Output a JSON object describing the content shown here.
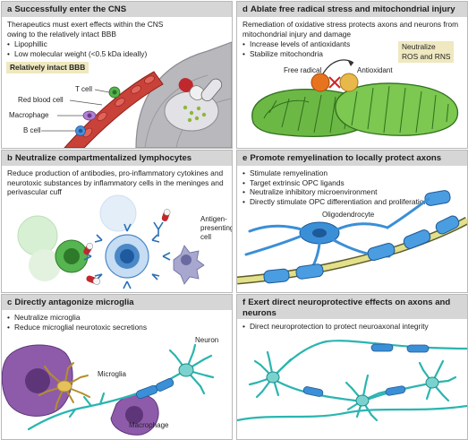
{
  "panels": {
    "a": {
      "letter": "a",
      "title": "Successfully enter the CNS",
      "desc": "Therapeutics must exert effects within the CNS owing to the relatively intact BBB",
      "bullets": [
        "Lipophillic",
        "Low molecular weight (<0.5 kDa ideally)"
      ],
      "tag": "Relatively intact BBB",
      "labels": {
        "tcell": "T cell",
        "rbc": "Red blood cell",
        "macrophage": "Macrophage",
        "bcell": "B cell"
      }
    },
    "b": {
      "letter": "b",
      "title": "Neutralize compartmentalized lymphocytes",
      "desc": "Reduce production of antibodies, pro-inflammatory cytokines and neurotoxic substances by inflammatory cells in the meninges and perivascular cuff",
      "labels": {
        "apc": "Antigen-\npresenting\ncell"
      }
    },
    "c": {
      "letter": "c",
      "title": "Directly antagonize microglia",
      "bullets": [
        "Neutralize microglia",
        "Reduce microglial neurotoxic secretions"
      ],
      "labels": {
        "microglia": "Microglia",
        "neuron": "Neuron",
        "macrophage": "Macrophage"
      }
    },
    "d": {
      "letter": "d",
      "title": "Ablate free radical stress and mitochondrial injury",
      "desc": "Remediation of oxidative stress protects axons and neurons from mitochondrial injury and damage",
      "bullets": [
        "Increase levels of antioxidants",
        "Stabilize mitochondria"
      ],
      "tag": "Neutralize\nROS and RNS",
      "labels": {
        "free_radical": "Free radical",
        "antioxidant": "Antioxidant"
      }
    },
    "e": {
      "letter": "e",
      "title": "Promote remyelination to locally protect axons",
      "bullets": [
        "Stimulate remyelination",
        "Target extrinsic OPC ligands",
        "Neutralize inhibitory microenvironment",
        "Directly stimulate OPC differentiation and proliferation"
      ],
      "labels": {
        "oligodendrocyte": "Oligodendrocyte"
      }
    },
    "f": {
      "letter": "f",
      "title": "Exert direct neuroprotective effects on axons and neurons",
      "bullets": [
        "Direct neuroprotection to protect neuroaxonal integrity"
      ]
    }
  },
  "colors": {
    "header": "#d6d6d6",
    "tag": "#efe8c0",
    "teal": "#2bb5b0",
    "blue": "#2b8fd6",
    "mito": "#5aa83a",
    "vessel": "#b8322d",
    "microglia": "#8a5aa8"
  }
}
